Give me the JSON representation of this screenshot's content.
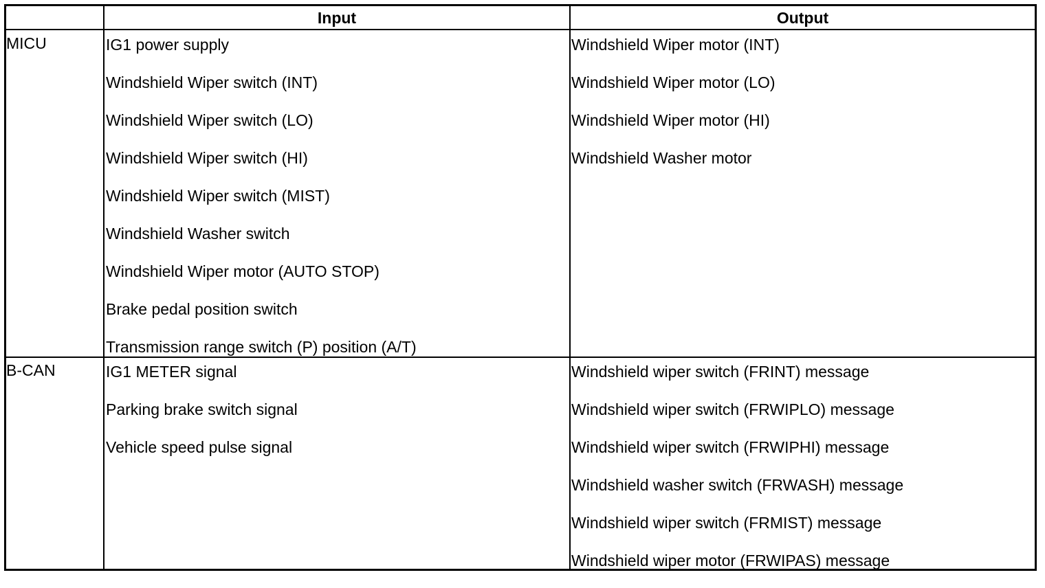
{
  "table": {
    "headers": {
      "blank": "",
      "input": "Input",
      "output": "Output"
    },
    "rows": [
      {
        "label": "MICU",
        "inputs": [
          "IG1 power supply",
          "Windshield Wiper switch (INT)",
          "Windshield Wiper switch (LO)",
          "Windshield Wiper switch (HI)",
          "Windshield Wiper switch (MIST)",
          "Windshield Washer switch",
          "Windshield Wiper motor (AUTO STOP)",
          "Brake pedal position switch",
          "Transmission range switch (P) position (A/T)"
        ],
        "outputs": [
          "Windshield Wiper motor (INT)",
          "Windshield Wiper motor (LO)",
          "Windshield Wiper motor (HI)",
          "Windshield Washer motor"
        ]
      },
      {
        "label": "B-CAN",
        "inputs": [
          "IG1 METER signal",
          "Parking brake switch signal",
          "Vehicle speed pulse signal"
        ],
        "outputs": [
          "Windshield wiper switch (FRINT) message",
          "Windshield wiper switch (FRWIPLO) message",
          "Windshield wiper switch (FRWIPHI) message",
          "Windshield washer switch (FRWASH) message",
          "Windshield wiper switch (FRMIST) message",
          "Windshield wiper motor (FRWIPAS) message"
        ]
      }
    ]
  }
}
